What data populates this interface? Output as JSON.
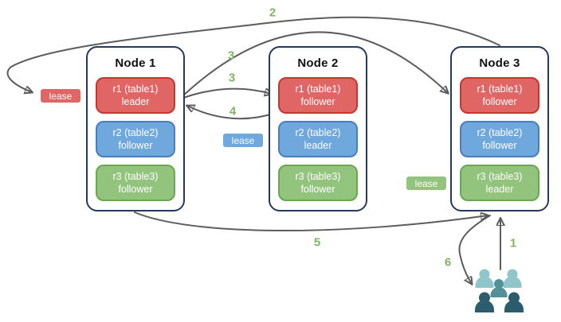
{
  "diagram": {
    "nodes": [
      {
        "title": "Node 1",
        "replicas": [
          {
            "name": "r1 (table1)",
            "role": "leader",
            "color": "red"
          },
          {
            "name": "r2 (table2)",
            "role": "follower",
            "color": "blue"
          },
          {
            "name": "r3 (table3)",
            "role": "follower",
            "color": "green"
          }
        ]
      },
      {
        "title": "Node 2",
        "replicas": [
          {
            "name": "r1 (table1)",
            "role": "follower",
            "color": "red"
          },
          {
            "name": "r2 (table2)",
            "role": "leader",
            "color": "blue"
          },
          {
            "name": "r3 (table3)",
            "role": "follower",
            "color": "green"
          }
        ]
      },
      {
        "title": "Node 3",
        "replicas": [
          {
            "name": "r1 (table1)",
            "role": "follower",
            "color": "red"
          },
          {
            "name": "r2 (table2)",
            "role": "follower",
            "color": "blue"
          },
          {
            "name": "r3 (table3)",
            "role": "leader",
            "color": "green"
          }
        ]
      }
    ],
    "leases": [
      {
        "label": "lease",
        "color": "red"
      },
      {
        "label": "lease",
        "color": "blue"
      },
      {
        "label": "lease",
        "color": "green"
      }
    ],
    "steps": {
      "step1": "1",
      "step2": "2",
      "step3a": "3",
      "step3b": "3",
      "step4": "4",
      "step5": "5",
      "step6": "6"
    },
    "icons": {
      "clients": "users-group-icon"
    },
    "colors": {
      "red_fill": "#e06666",
      "red_stroke": "#c5362f",
      "blue_fill": "#6fa8dc",
      "blue_stroke": "#4a7ebb",
      "green_fill": "#93c47d",
      "green_stroke": "#6aa84f",
      "node_border": "#23395d",
      "arrow": "#5c5c5c",
      "step_label": "#7db563",
      "people_light": "#8ec6cb",
      "people_mid": "#539199",
      "people_dark": "#2c5d6e"
    }
  }
}
